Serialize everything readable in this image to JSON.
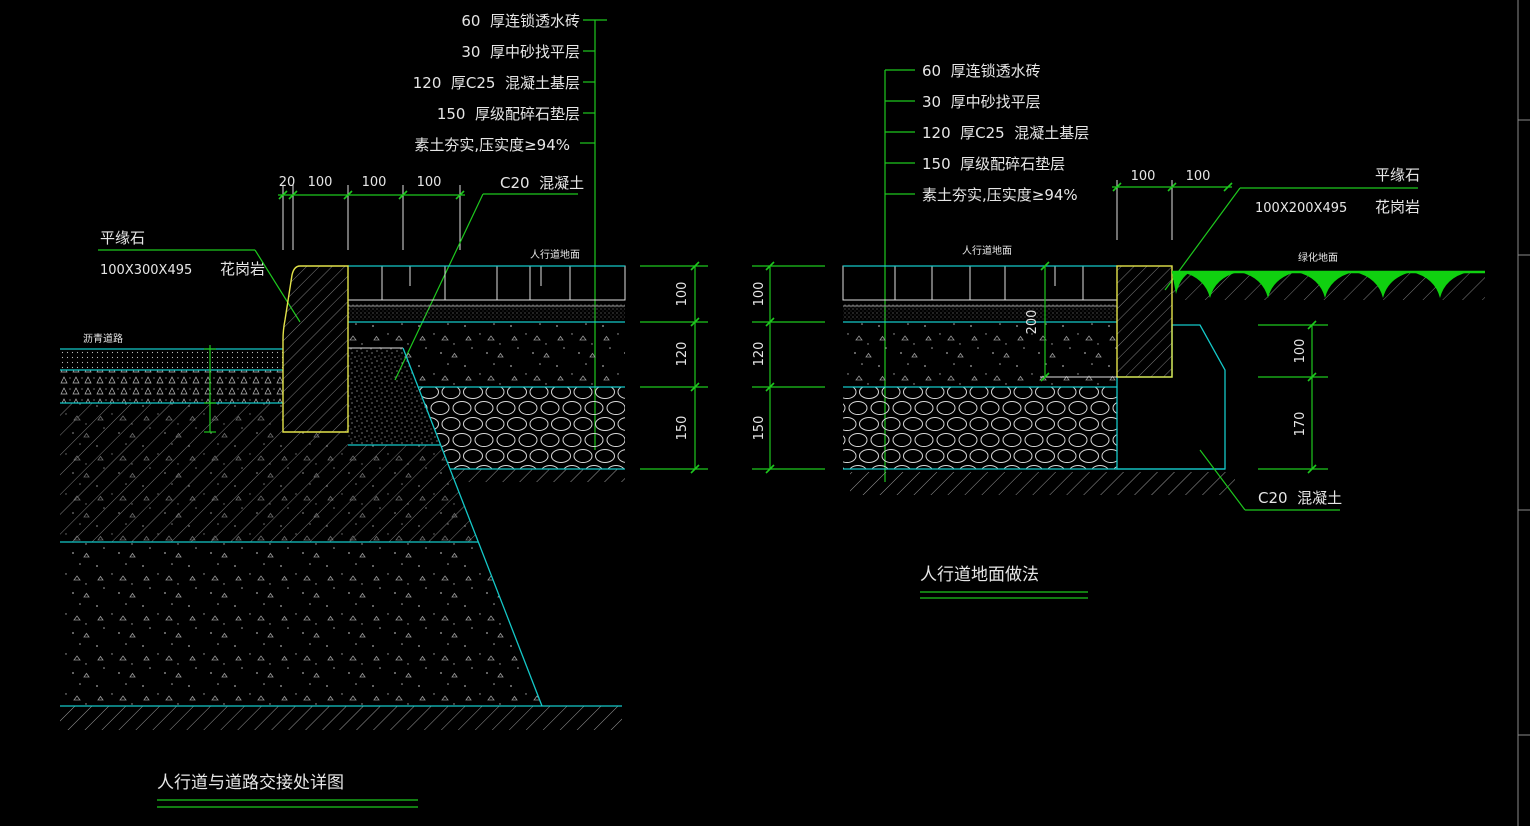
{
  "colors": {
    "background": "#000000",
    "dimension_line": "#1ec81e",
    "section_line": "#14c8c8",
    "curb_outline": "#e3e34a",
    "grass": "#10d010",
    "text": "#e6e6e6"
  },
  "left_detail": {
    "layer_callouts": [
      "60  厚连锁透水砖",
      "30  厚中砂找平层",
      "120  厚C25  混凝土基层",
      "150  厚级配碎石垫层",
      "素土夯实,压实度≥94%"
    ],
    "top_dimensions": [
      "20",
      "100",
      "100",
      "100"
    ],
    "concrete_label": "C20  混凝土",
    "curb": {
      "name": "平缘石",
      "size": "100X300X495",
      "material": "花岗岩"
    },
    "sidewalk_surface_label": "人行道地面",
    "asphalt_road_label": "沥青道路",
    "layer_dimensions": [
      "100",
      "120",
      "150"
    ],
    "title": "人行道与道路交接处详图"
  },
  "right_detail": {
    "layer_callouts": [
      "60  厚连锁透水砖",
      "30  厚中砂找平层",
      "120  厚C25  混凝土基层",
      "150  厚级配碎石垫层",
      "素土夯实,压实度≥94%"
    ],
    "top_dimensions": [
      "100",
      "100"
    ],
    "curb": {
      "name": "平缘石",
      "size": "100X200X495",
      "material": "花岗岩"
    },
    "sidewalk_surface_label": "人行道地面",
    "green_surface_label": "绿化地面",
    "curb_height_dimension": "200",
    "layer_dimensions": [
      "100",
      "120",
      "150"
    ],
    "concrete_dimensions": [
      "100",
      "170"
    ],
    "concrete_label": "C20  混凝土",
    "title": "人行道地面做法"
  }
}
